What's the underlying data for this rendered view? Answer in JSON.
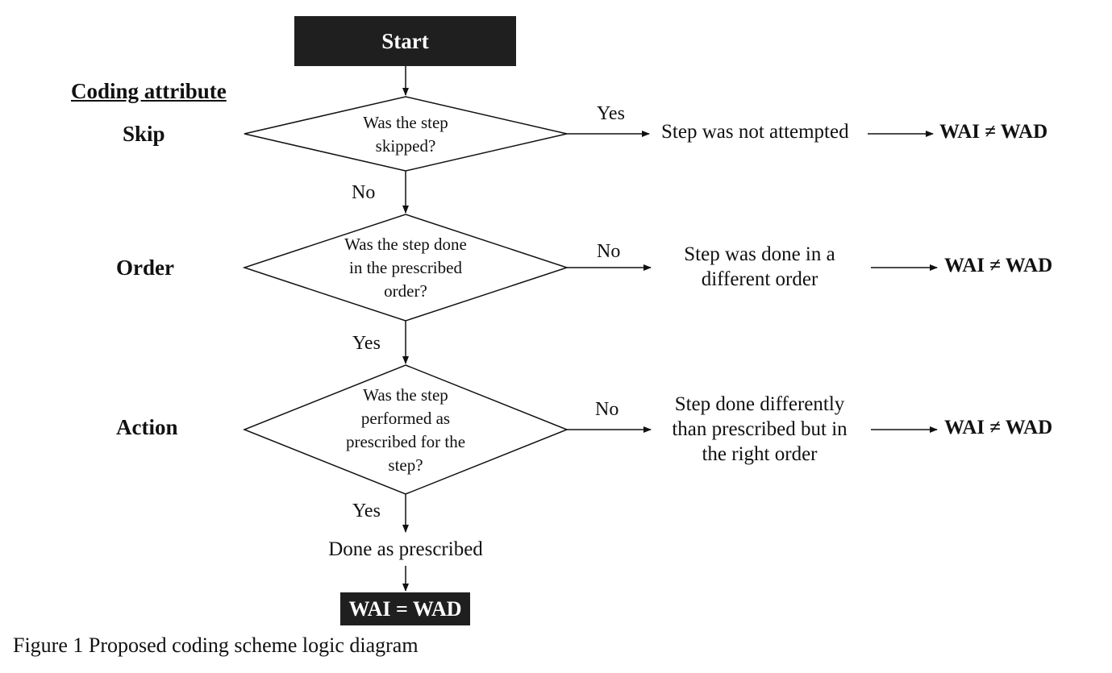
{
  "start_label": "Start",
  "coding_attribute_heading": "Coding attribute",
  "attributes": [
    "Skip",
    "Order",
    "Action"
  ],
  "decisions": [
    {
      "question": [
        "Was the step",
        "skipped?"
      ],
      "branch_label": "Yes",
      "outcome": [
        "Step was not attempted"
      ],
      "result": "WAI ≠ WAD",
      "continue_label": "No"
    },
    {
      "question": [
        "Was the step done",
        "in the prescribed",
        "order?"
      ],
      "branch_label": "No",
      "outcome": [
        "Step was done in a",
        "different order"
      ],
      "result": "WAI ≠ WAD",
      "continue_label": "Yes"
    },
    {
      "question": [
        "Was the step",
        "performed as",
        "prescribed for the",
        "step?"
      ],
      "branch_label": "No",
      "outcome": [
        "Step done differently",
        "than prescribed but in",
        "the right order"
      ],
      "result": "WAI ≠ WAD",
      "continue_label": "Yes"
    }
  ],
  "final_step": "Done as prescribed",
  "end_label": "WAI = WAD",
  "caption": "Figure 1 Proposed coding scheme logic diagram"
}
